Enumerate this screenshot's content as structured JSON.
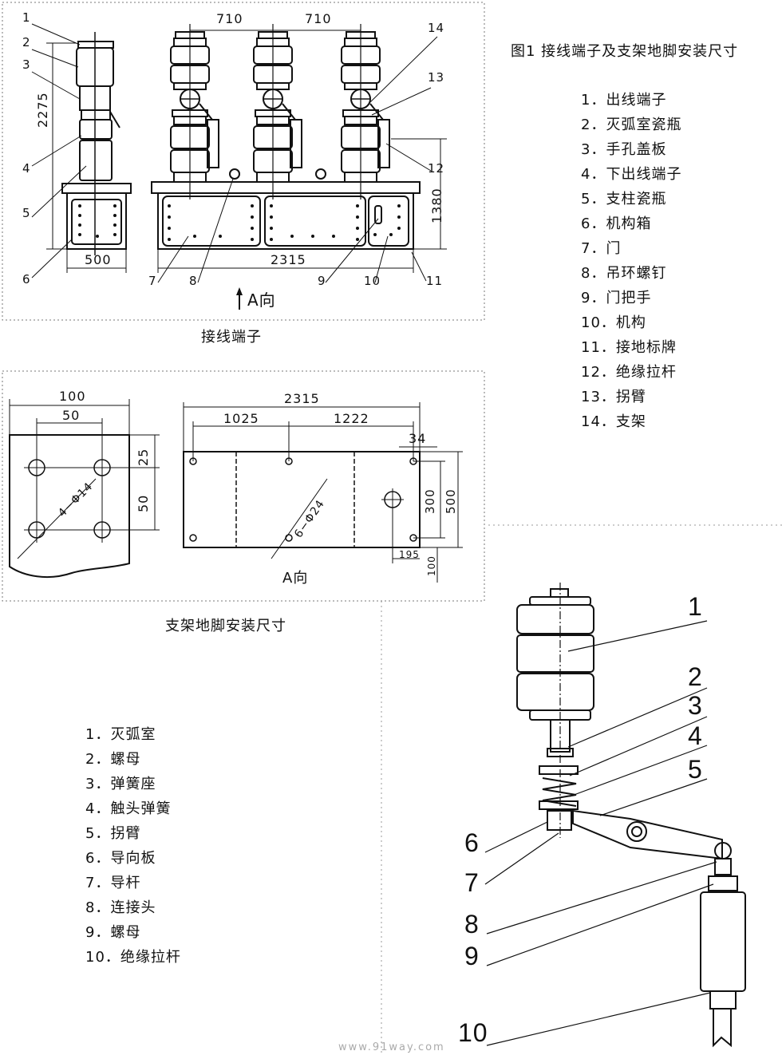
{
  "fig1_title": "图1 接线端子及支架地脚安装尺寸",
  "top_caption": "接线端子",
  "mid_caption": "支架地脚安装尺寸",
  "watermark": "www.91way.com",
  "legend_fig1": [
    "1．出线端子",
    "2．灭弧室瓷瓶",
    "3．手孔盖板",
    "4．下出线端子",
    "5．支柱瓷瓶",
    "6．机构箱",
    "7．门",
    "8．吊环螺钉",
    "9．门把手",
    "10．机构",
    "11．接地标牌",
    "12．绝缘拉杆",
    "13．拐臂",
    "14．支架"
  ],
  "legend_fig2": [
    "1．灭弧室",
    "2．螺母",
    "3．弹簧座",
    "4．触头弹簧",
    "5．拐臂",
    "6．导向板",
    "7．导杆",
    "8．连接头",
    "9．螺母",
    "10．绝缘拉杆"
  ],
  "top_dims": {
    "d710a": "710",
    "d710b": "710",
    "d2275": "2275",
    "d1380": "1380",
    "d500": "500",
    "d2315": "2315",
    "view": "A向"
  },
  "top_callouts": [
    "1",
    "2",
    "3",
    "4",
    "5",
    "6",
    "7",
    "8",
    "9",
    "10",
    "11",
    "12",
    "13",
    "14"
  ],
  "mid_dims": {
    "d100": "100",
    "d50": "50",
    "d25": "25",
    "d50v": "50",
    "holes_small": "4−Φ14",
    "d2315": "2315",
    "d1025": "1025",
    "d1222": "1222",
    "d34": "34",
    "d300": "300",
    "d500": "500",
    "d195": "195",
    "d100v": "100",
    "holes_big": "6−Φ24",
    "view": "A向"
  },
  "mech_callouts": [
    "1",
    "2",
    "3",
    "4",
    "5",
    "6",
    "7",
    "8",
    "9",
    "10"
  ]
}
